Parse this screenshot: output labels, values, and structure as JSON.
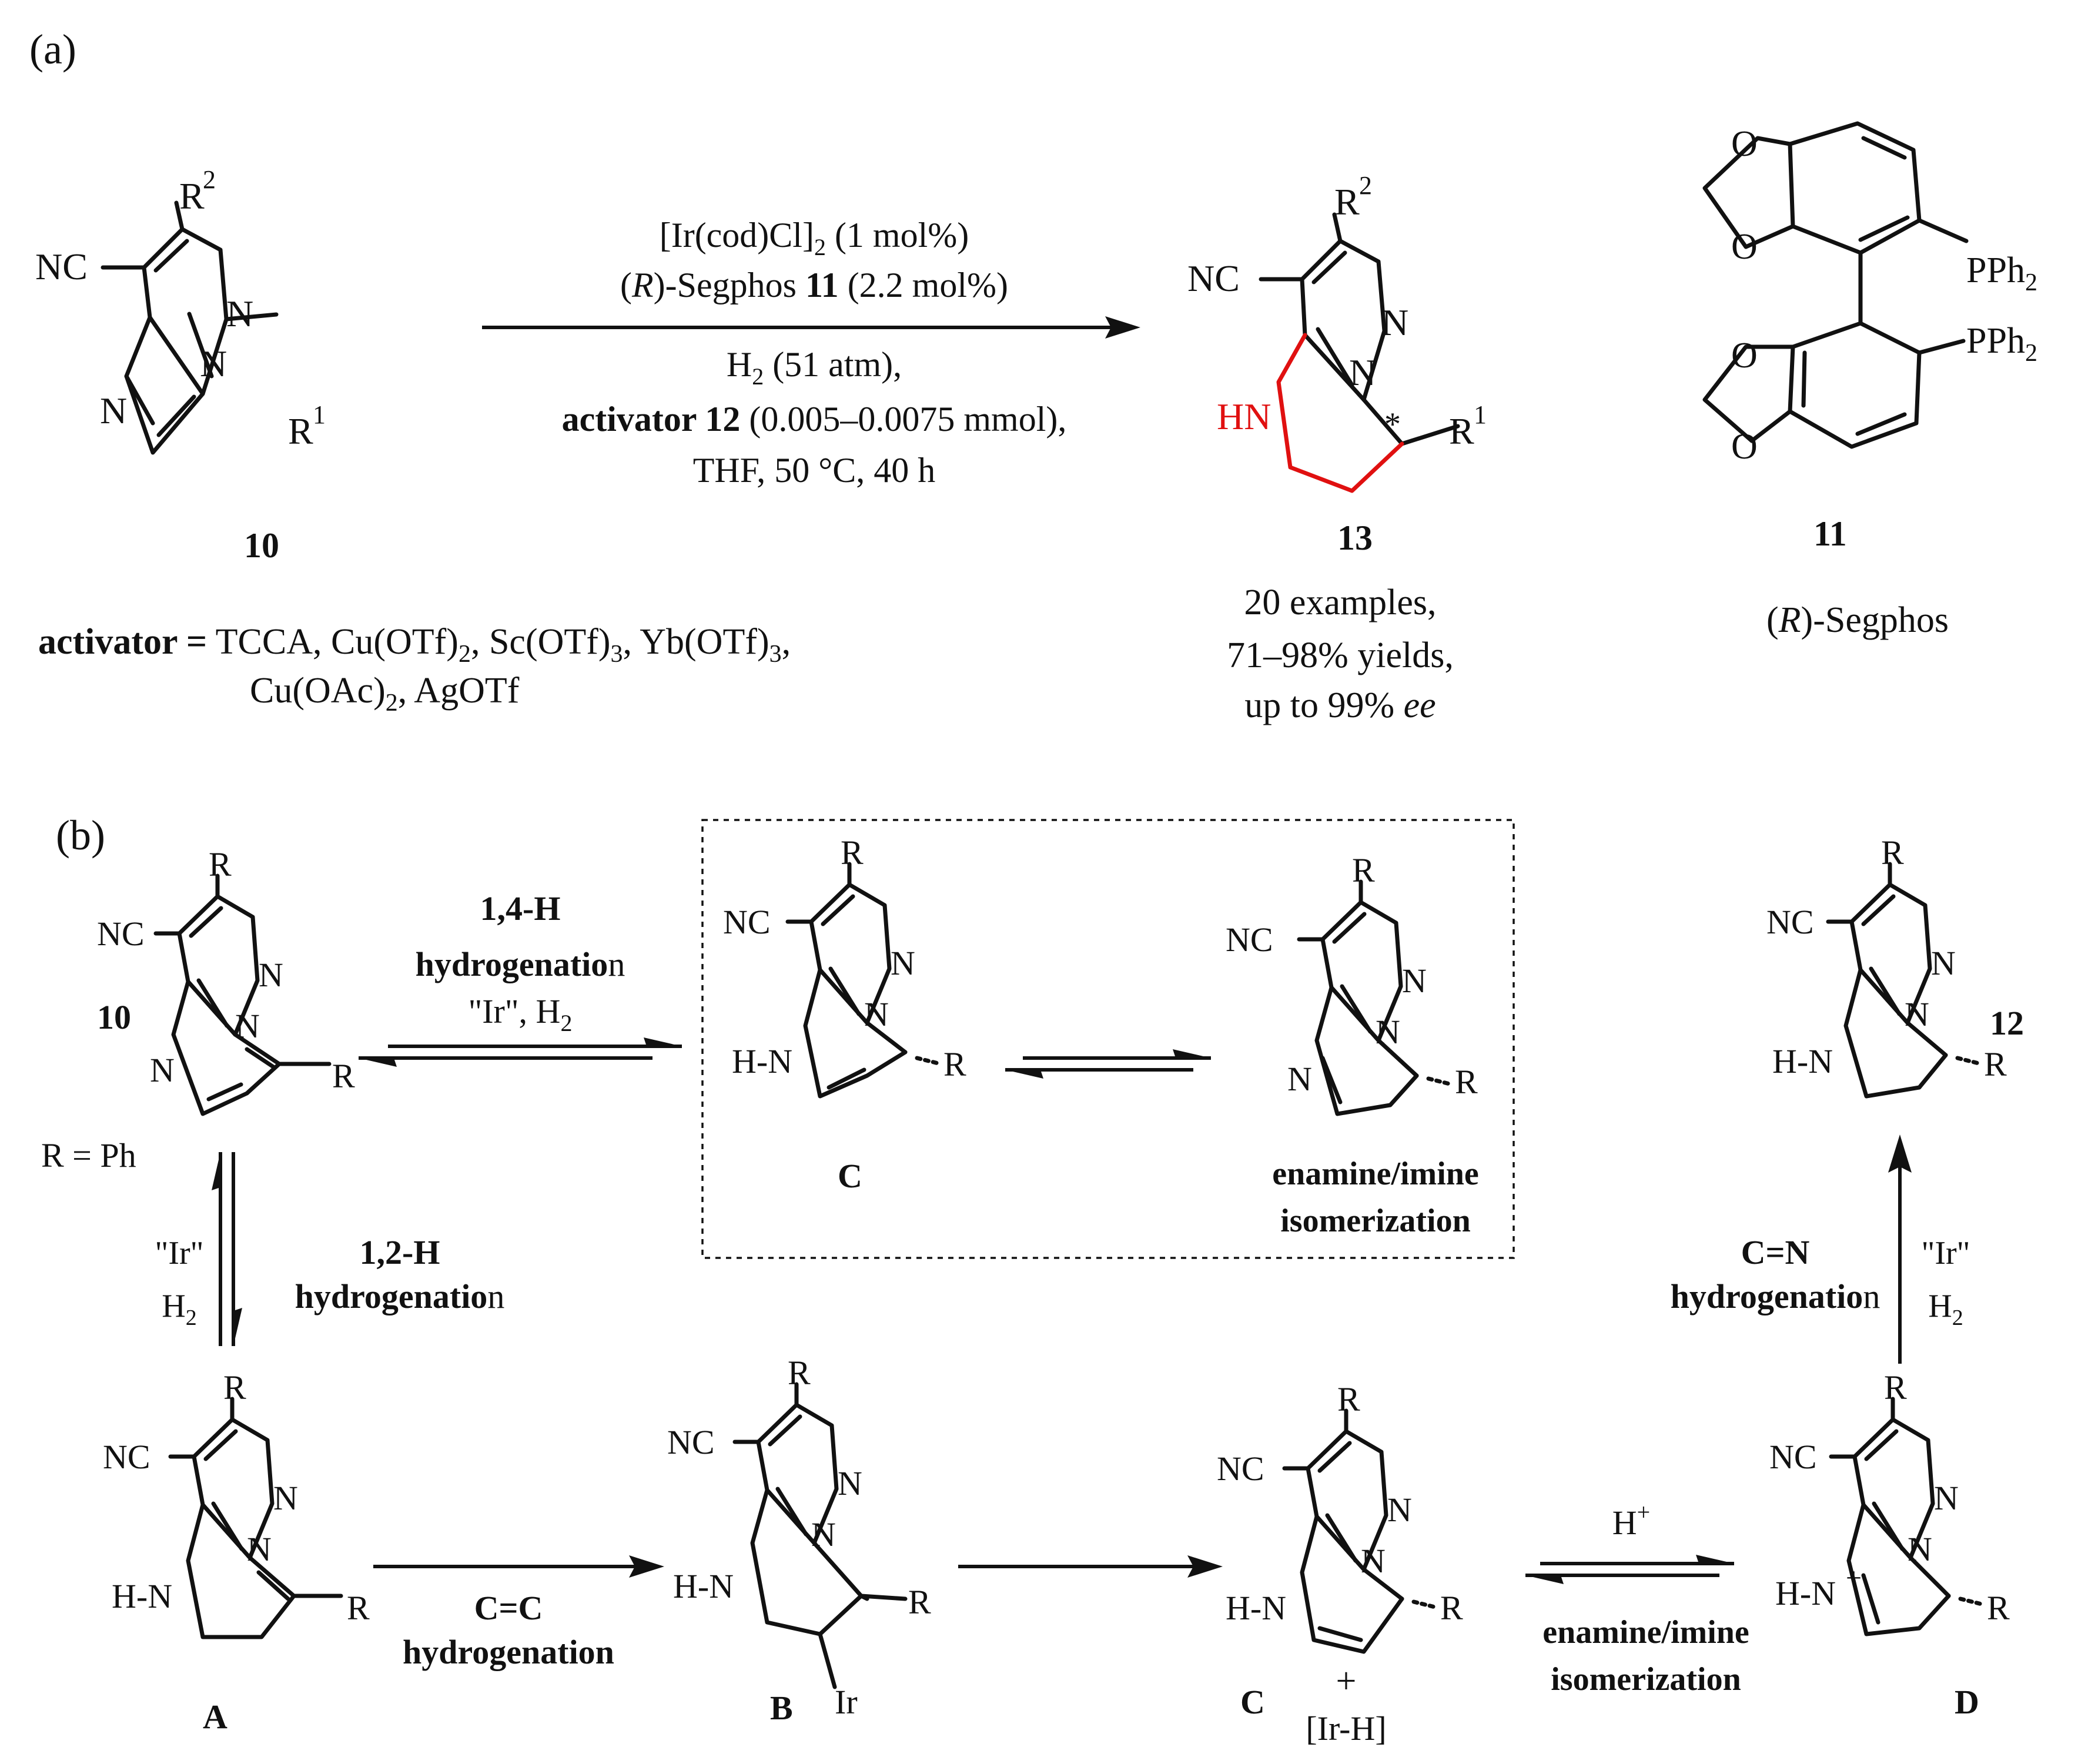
{
  "panel_a": {
    "tag": "(a)",
    "sub10": {
      "NC": "NC",
      "R2": "R",
      "R2s": "2",
      "N1": "N",
      "N2": "N",
      "N3": "N",
      "R1": "R",
      "R1s": "1",
      "num": "10"
    },
    "cond1_a": "[Ir(cod)Cl]",
    "cond1_s": "2",
    "cond1_b": " (1 mol%)",
    "cond2_a": "(",
    "cond2_R": "R",
    "cond2_b": ")-Segphos ",
    "cond2_11": "11",
    "cond2_c": " (2.2 mol%)",
    "cond3_a": "H",
    "cond3_s": "2",
    "cond3_b": " (51 atm),",
    "cond4_a": "activator 12",
    "cond4_b": " (0.005–0.0075 mmol),",
    "cond5": "THF,  50 °C, 40 h",
    "prod13": {
      "NC": "NC",
      "R2": "R",
      "R2s": "2",
      "N1": "N",
      "N2": "N",
      "HN": "HN",
      "star": "*",
      "R1": "R",
      "R1s": "1",
      "num": "13"
    },
    "res1": "20 examples,",
    "res2": "71–98% yields,",
    "res3a": "up to 99% ",
    "res3b": "ee",
    "lig11": {
      "O1": "O",
      "O2": "O",
      "O3": "O",
      "O4": "O",
      "P1": "PPh",
      "P1s": "2",
      "P2": "PPh",
      "P2s": "2",
      "num": "11",
      "name_a": "(",
      "name_R": "R",
      "name_b": ")-Segphos"
    },
    "act_a": "activator =",
    "act_b": " TCCA, Cu(OTf)",
    "act_s1": "2",
    "act_c": ", Sc(OTf)",
    "act_s2": "3",
    "act_d": ", Yb(OTf)",
    "act_s3": "3",
    "act_e": ",",
    "act2_a": "Cu(OAc)",
    "act2_s": "2",
    "act2_b": ", AgOTf"
  },
  "panel_b": {
    "tag": "(b)",
    "s10": {
      "NC": "NC",
      "R": "R",
      "N1": "N",
      "N2": "N",
      "N3": "N",
      "R2": "R",
      "num": "10",
      "rph": "R = Ph"
    },
    "h14_a": "1,4-H",
    "h14_b": "hydrogenatio",
    "h14_c": "n",
    "h14_d": "\"Ir\", H",
    "h14_s": "2",
    "C1": {
      "NC": "NC",
      "R": "R",
      "N1": "N",
      "N2": "N",
      "HN": "H-N",
      "R2": "R",
      "num": "C"
    },
    "E1": {
      "NC": "NC",
      "R": "R",
      "N1": "N",
      "N2": "N",
      "N3": "N",
      "R2": "R",
      "l1": "enamine/imine",
      "l2": "isomerization"
    },
    "s12": {
      "NC": "NC",
      "R": "R",
      "N1": "N",
      "N2": "N",
      "HN": "H-N",
      "R2": "R",
      "num": "12"
    },
    "v12_a": "\"Ir\"",
    "v12_b": "H",
    "v12_s": "2",
    "v12_c": "1,2-H",
    "v12_d": "hydrogenatio",
    "v12_e": "n",
    "vCN_a": "C=N",
    "vCN_b": "hydrogenatio",
    "vCN_c": "n",
    "vCN_d": "\"Ir\"",
    "vCN_e": "H",
    "vCN_s": "2",
    "A": {
      "NC": "NC",
      "R": "R",
      "N1": "N",
      "N2": "N",
      "HN": "H-N",
      "R2": "R",
      "num": "A"
    },
    "cc_a": "C=C",
    "cc_b": "hydrogenation",
    "B": {
      "NC": "NC",
      "R": "R",
      "N1": "N",
      "N2": "N",
      "HN": "H-N",
      "R2": "R",
      "Ir": "Ir",
      "num": "B"
    },
    "C2": {
      "NC": "NC",
      "R": "R",
      "N1": "N",
      "N2": "N",
      "HN": "H-N",
      "R2": "R",
      "num": "C",
      "plus": "+",
      "irh": "[Ir-H]"
    },
    "hp_a": "H",
    "hp_s": "+",
    "ei_a": "enamine/imine",
    "ei_b": "isomerization",
    "D": {
      "NC": "NC",
      "R": "R",
      "N1": "N",
      "N2": "N",
      "HN": "H-N",
      "plus": "+",
      "R2": "R",
      "num": "D"
    }
  }
}
